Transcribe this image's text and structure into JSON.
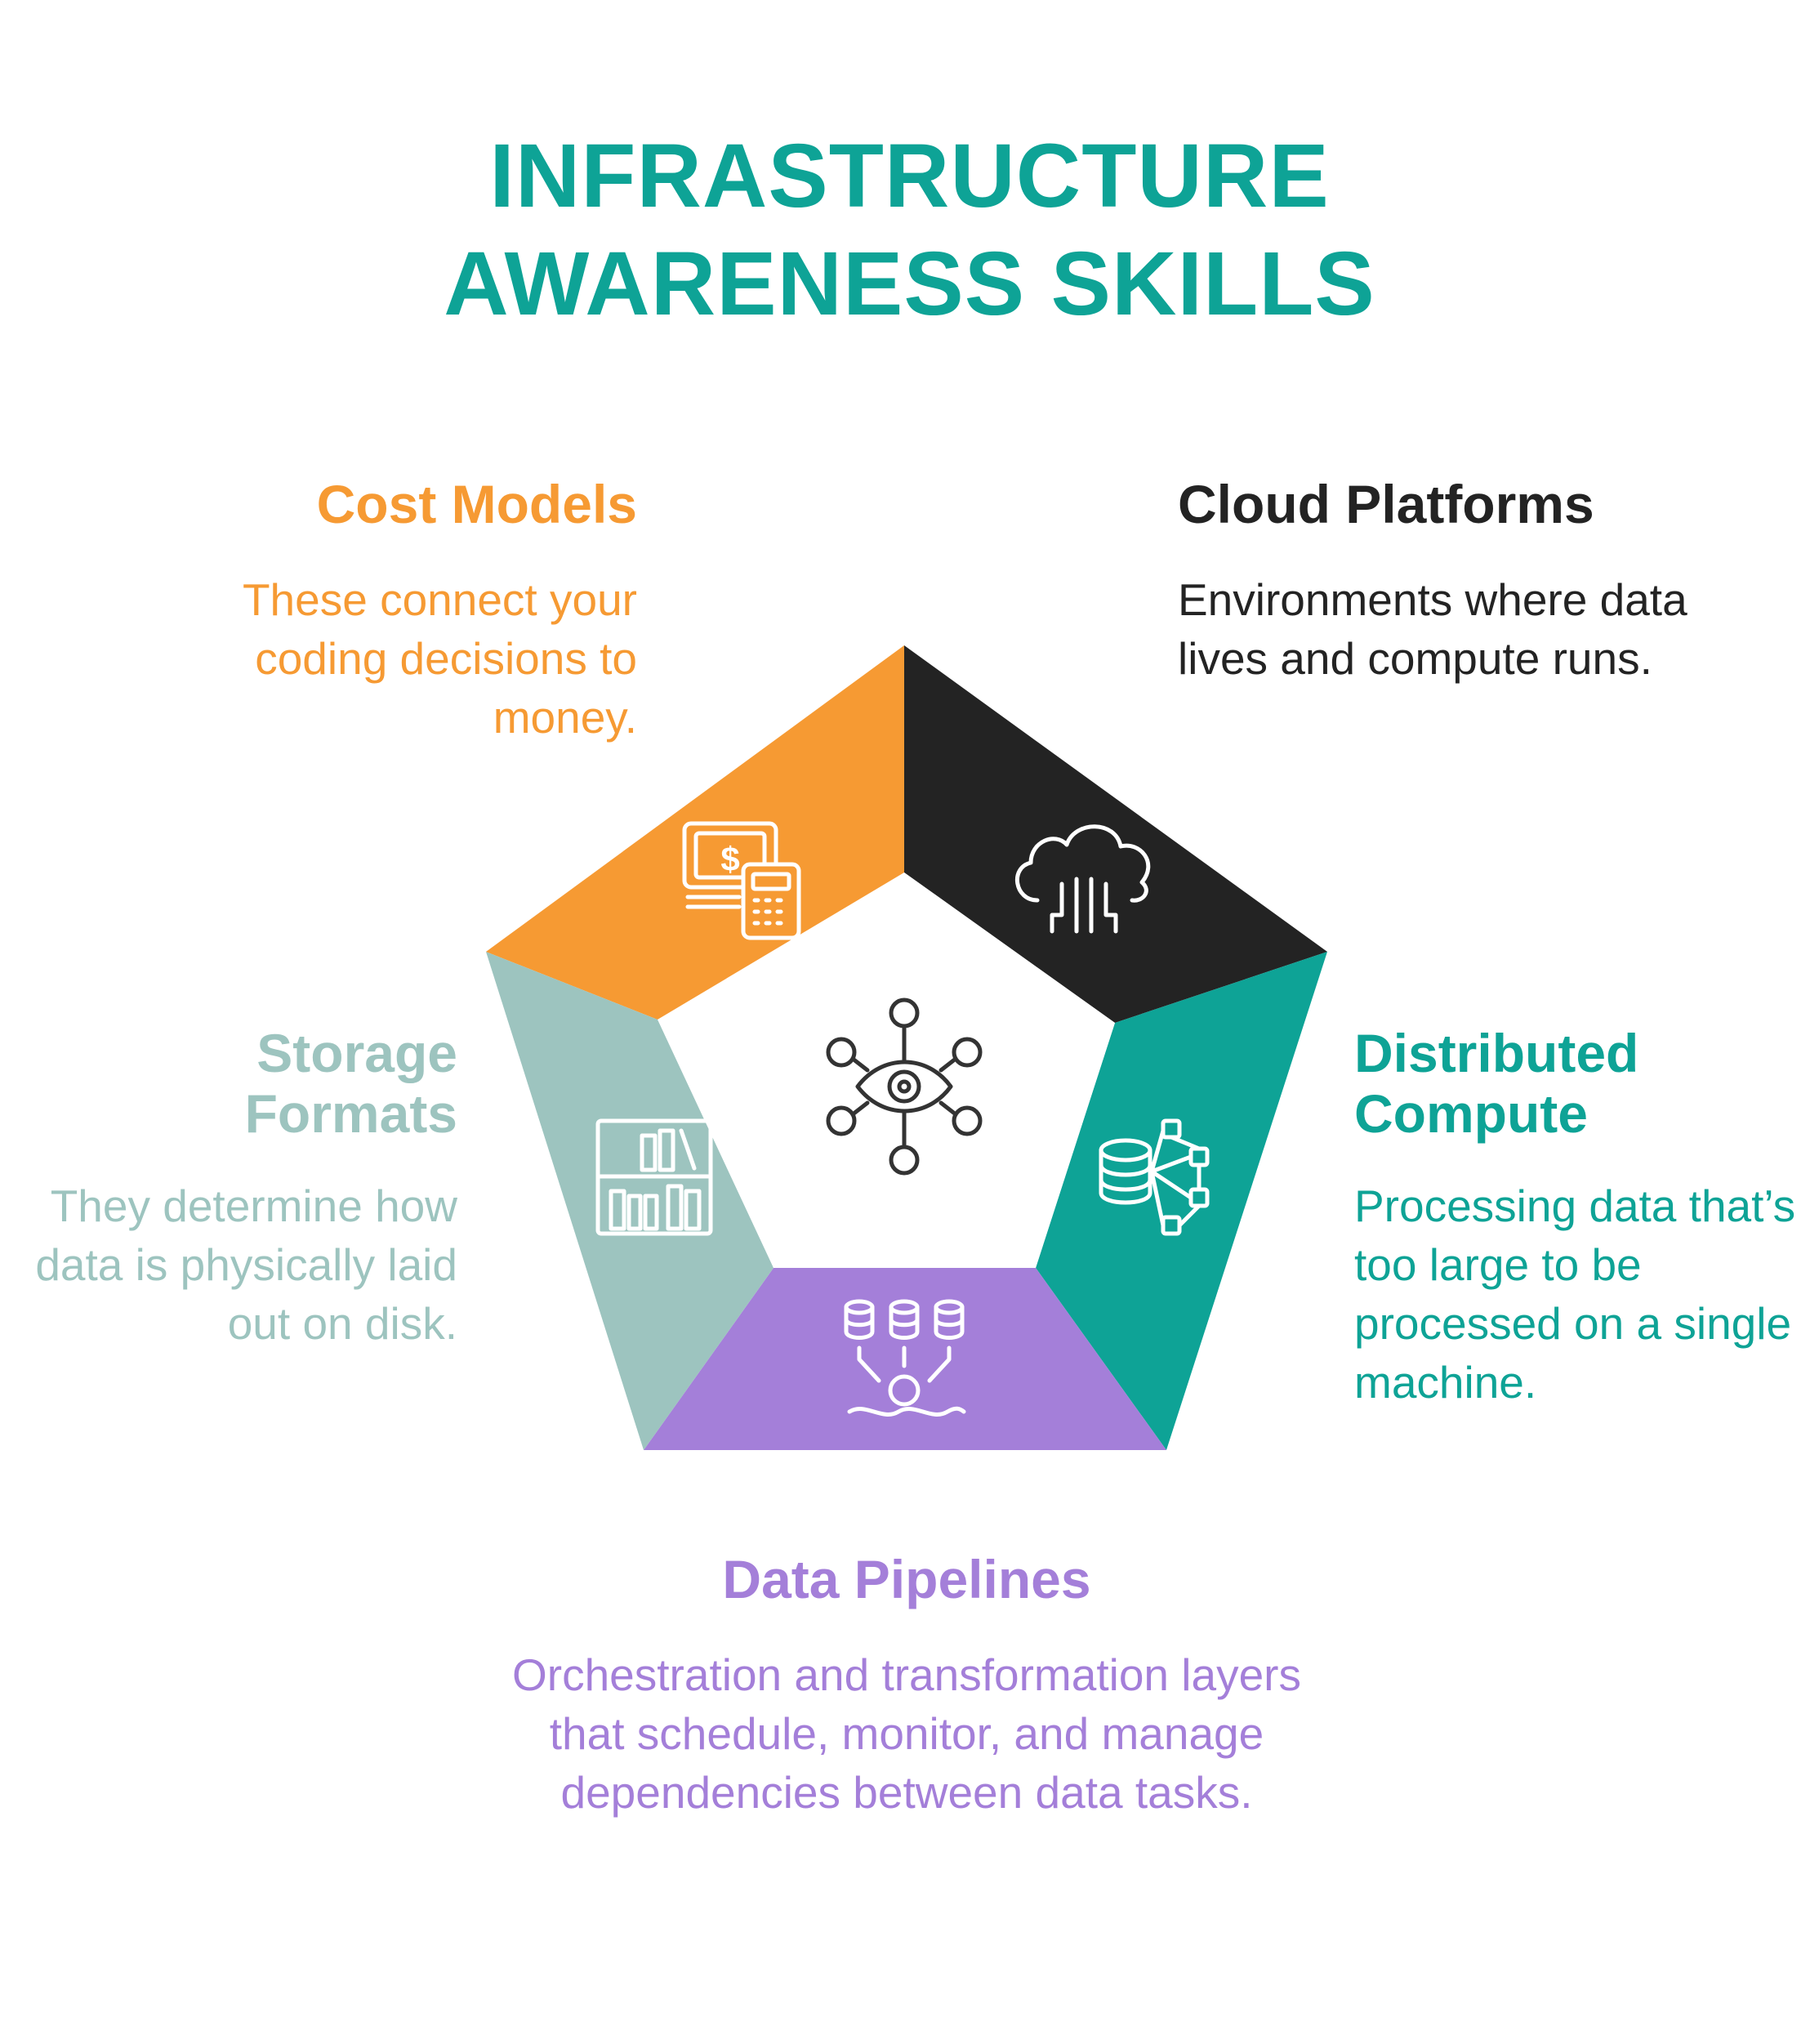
{
  "title": {
    "line1": "INFRASTRUCTURE",
    "line2": "AWARENESS SKILLS",
    "color": "#0ea396"
  },
  "center_icon": "eye-network-icon",
  "segments": [
    {
      "id": "cost",
      "heading": "Cost Models",
      "description": "These connect your coding decisions to money.",
      "color": "#f69a33",
      "icon": "money-calculator-icon"
    },
    {
      "id": "cloud",
      "heading": "Cloud Platforms",
      "description": "Environments where data lives and compute runs.",
      "color": "#232323",
      "icon": "cloud-circuit-icon"
    },
    {
      "id": "compute",
      "heading": "Distributed Compute",
      "heading_lines": [
        "Distributed",
        "Compute"
      ],
      "description": "Processing data that’s too large to be processed on a single machine.",
      "color": "#0ea396",
      "icon": "database-network-icon"
    },
    {
      "id": "pipelines",
      "heading": "Data Pipelines",
      "description": "Orchestration and transformation layers that schedule, monitor, and manage dependencies between data tasks.",
      "color": "#a47fd9",
      "icon": "database-pipeline-icon"
    },
    {
      "id": "storage",
      "heading": "Storage Formats",
      "heading_lines": [
        "Storage",
        "Formats"
      ],
      "description": "They determine how data is physically laid out on disk.",
      "color": "#9dc4bf",
      "icon": "bookshelf-icon"
    }
  ]
}
